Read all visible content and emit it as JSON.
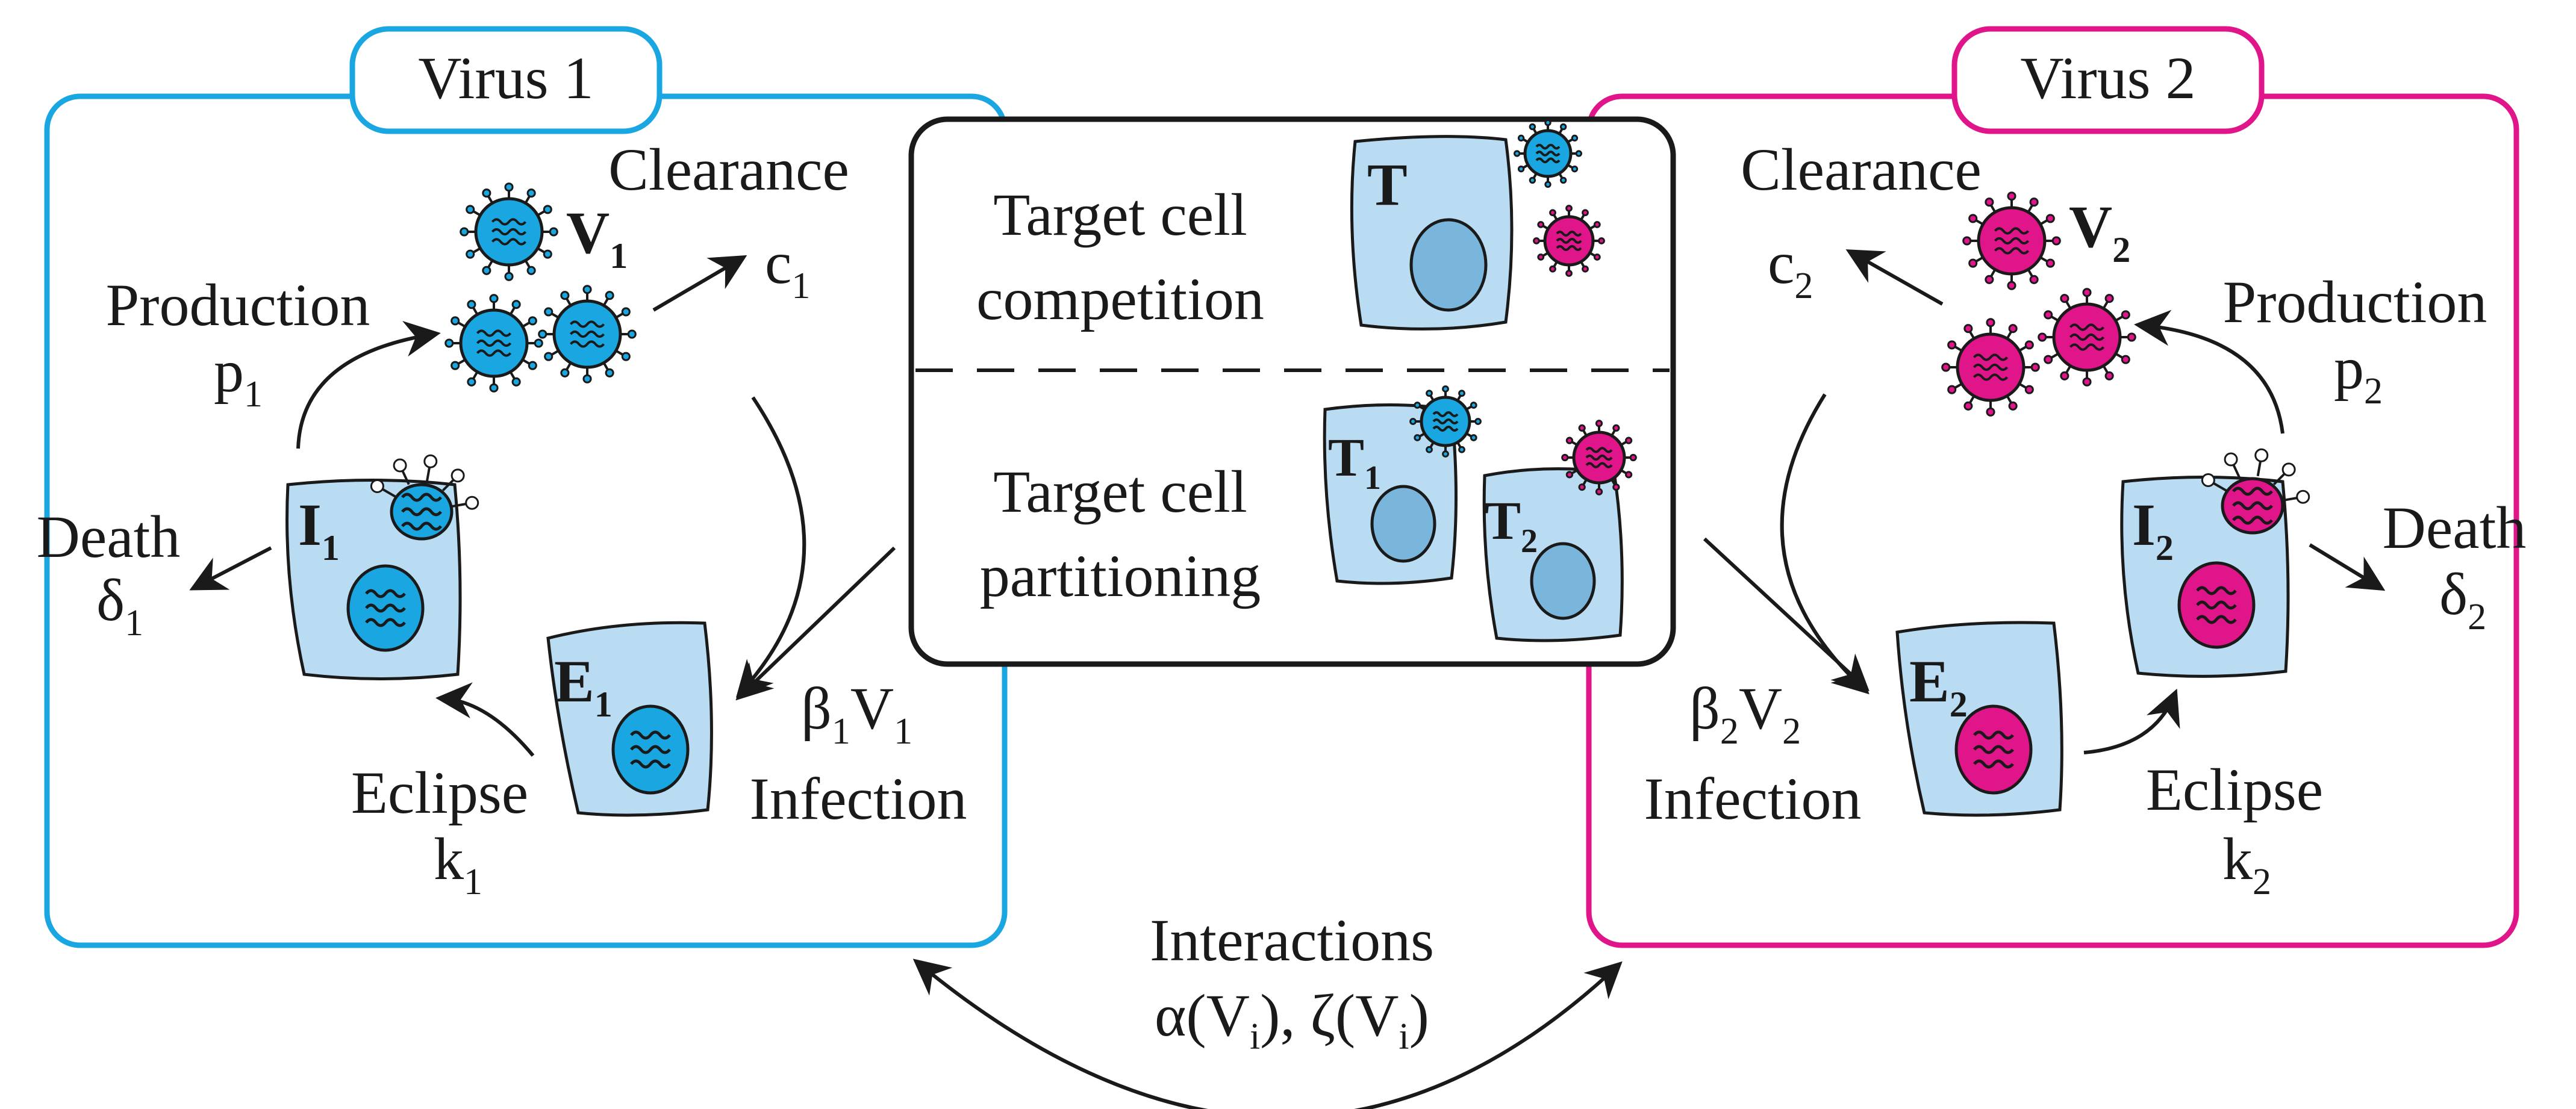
{
  "colors": {
    "virus1": "#1aa7e1",
    "virus2": "#e0158a",
    "cell_fill": "#b9dcf2",
    "nucleus_fill": "#7ab6dc",
    "ink": "#1a1a1a"
  },
  "virus1": {
    "title": "Virus 1",
    "clearance": "Clearance",
    "clearance_sym": "c",
    "clearance_sub": "1",
    "production": "Production",
    "production_sym": "p",
    "production_sub": "1",
    "death": "Death",
    "death_sym": "δ",
    "death_sub": "1",
    "eclipse": "Eclipse",
    "eclipse_sym": "k",
    "eclipse_sub": "1",
    "infection": "Infection",
    "infection_beta": "β",
    "infection_beta_sub": "1",
    "infection_v": "V",
    "infection_v_sub": "1",
    "virion_label": "V",
    "virion_sub": "1",
    "infected_label": "I",
    "infected_sub": "1",
    "eclipse_cell_label": "E",
    "eclipse_cell_sub": "1"
  },
  "virus2": {
    "title": "Virus 2",
    "clearance": "Clearance",
    "clearance_sym": "c",
    "clearance_sub": "2",
    "production": "Production",
    "production_sym": "p",
    "production_sub": "2",
    "death": "Death",
    "death_sym": "δ",
    "death_sub": "2",
    "eclipse": "Eclipse",
    "eclipse_sym": "k",
    "eclipse_sub": "2",
    "infection": "Infection",
    "infection_beta": "β",
    "infection_beta_sub": "2",
    "infection_v": "V",
    "infection_v_sub": "2",
    "virion_label": "V",
    "virion_sub": "2",
    "infected_label": "I",
    "infected_sub": "2",
    "eclipse_cell_label": "E",
    "eclipse_cell_sub": "2"
  },
  "center": {
    "competition_line1": "Target cell",
    "competition_line2": "competition",
    "competition_cell": "T",
    "partitioning_line1": "Target cell",
    "partitioning_line2": "partitioning",
    "partition_cell1": "T",
    "partition_cell1_sub": "1",
    "partition_cell2": "T",
    "partition_cell2_sub": "2"
  },
  "interactions": {
    "title": "Interactions",
    "alpha": "α(V",
    "alpha_sub": "i",
    "alpha_close": "),",
    "zeta": "ζ(V",
    "zeta_sub": "i",
    "zeta_close": ")"
  }
}
